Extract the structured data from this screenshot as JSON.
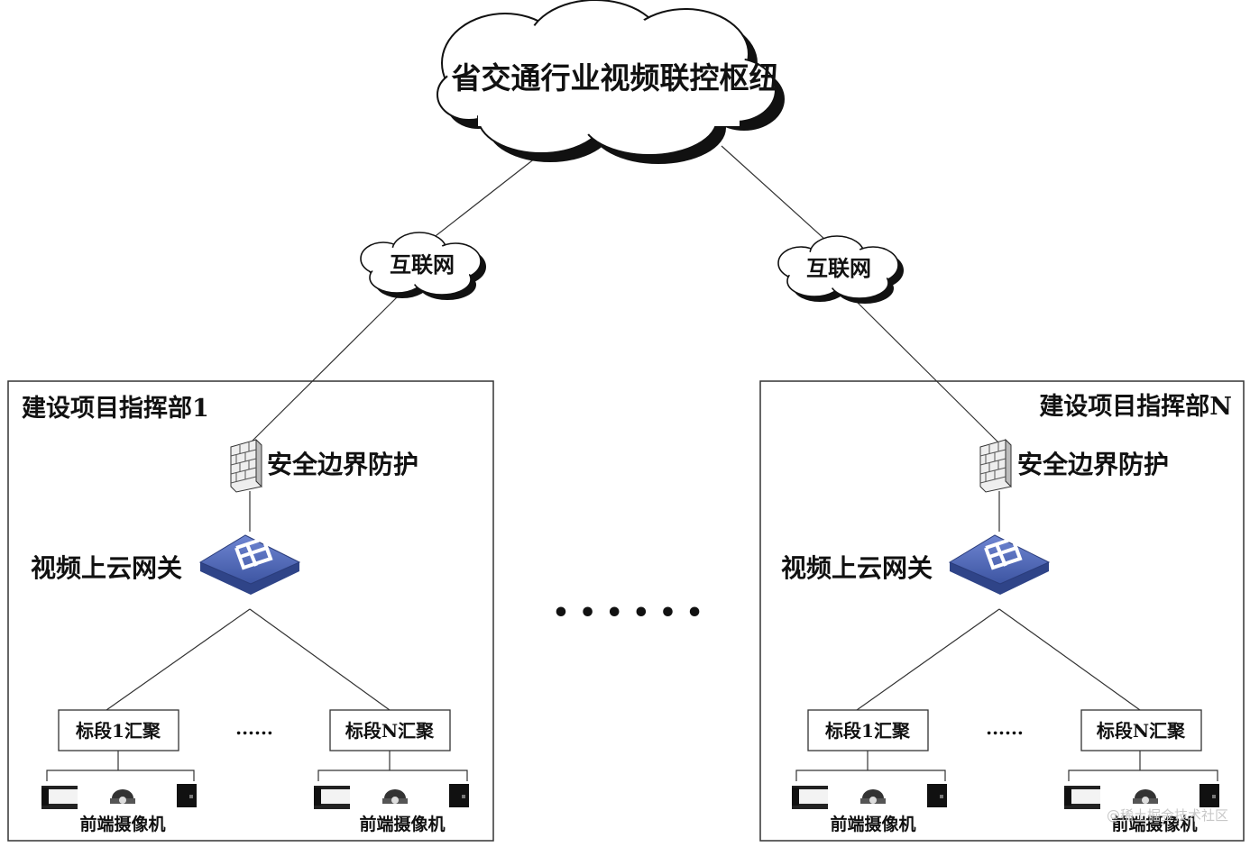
{
  "hub": {
    "label": "省交通行业视频联控枢纽"
  },
  "internet": {
    "left_label": "互联网",
    "right_label": "互联网"
  },
  "projects": [
    {
      "title": "建设项目指挥部1",
      "firewall_label": "安全边界防护",
      "gateway_label": "视频上云网关",
      "aggregators": [
        "标段1汇聚",
        "标段N汇聚"
      ],
      "agg_ellipsis": "......",
      "camera_labels": [
        "前端摄像机",
        "前端摄像机"
      ]
    },
    {
      "title": "建设项目指挥部N",
      "firewall_label": "安全边界防护",
      "gateway_label": "视频上云网关",
      "aggregators": [
        "标段1汇聚",
        "标段N汇聚"
      ],
      "agg_ellipsis": "......",
      "camera_labels": [
        "前端摄像机",
        "前端摄像机"
      ]
    }
  ],
  "middle_ellipsis": "• • • • • •",
  "watermark": "@稀土掘金技术社区",
  "colors": {
    "line": "#333333",
    "gateway": "#4a63b0",
    "gateway_top": "#5b77c9",
    "box_border": "#333333"
  }
}
